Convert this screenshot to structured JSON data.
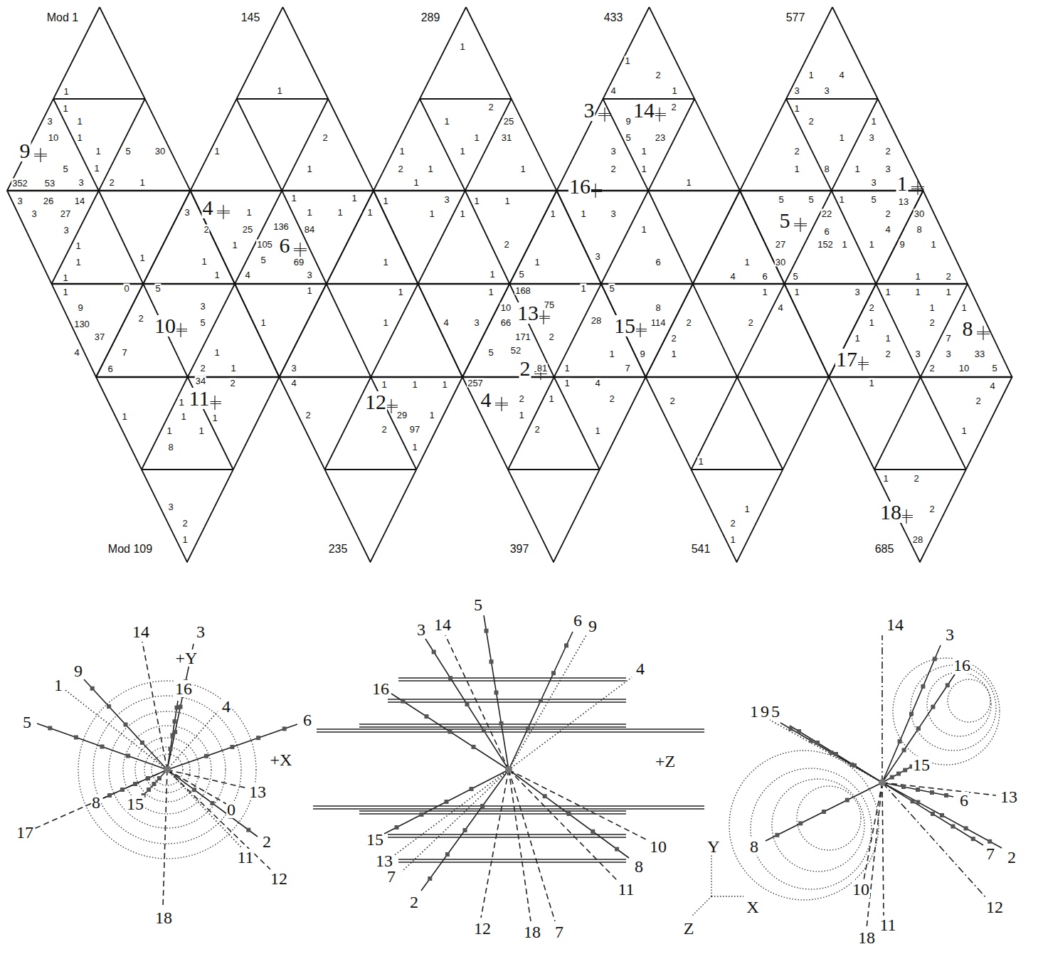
{
  "diagram": {
    "labels": [
      "Mod 1",
      "145",
      "289",
      "433",
      "577",
      "Mod 109",
      "235",
      "397",
      "541",
      "685",
      "9",
      "4",
      "6",
      "10",
      "11",
      "12",
      "4",
      "13",
      "2",
      "3",
      "14",
      "16",
      "15",
      "5",
      "17",
      "8",
      "18",
      "1",
      "1",
      "1",
      "3",
      "1",
      "10",
      "1",
      "1",
      "5",
      "30",
      "5",
      "1",
      "352",
      "53",
      "3",
      "2",
      "1",
      "3",
      "26",
      "14",
      "3",
      "27",
      "3",
      "1",
      "1",
      "1",
      "1",
      "0",
      "5",
      "1",
      "9",
      "130",
      "2",
      "37",
      "4",
      "7",
      "6",
      "3",
      "5",
      "1",
      "2",
      "1",
      "34",
      "2",
      "1",
      "1",
      "1",
      "1",
      "1",
      "8",
      "1",
      "3",
      "2",
      "1",
      "3",
      "2",
      "1",
      "25",
      "1",
      "105",
      "136",
      "84",
      "5",
      "69",
      "4",
      "1",
      "1",
      "3",
      "1",
      "1",
      "1",
      "1",
      "1",
      "1",
      "1",
      "2",
      "1",
      "1",
      "1",
      "3",
      "4",
      "2",
      "1",
      "2",
      "25",
      "1",
      "31",
      "1",
      "1",
      "2",
      "1",
      "1",
      "1",
      "1",
      "1",
      "3",
      "1",
      "1",
      "1",
      "1",
      "2",
      "1",
      "1",
      "1",
      "1",
      "4",
      "3",
      "1",
      "1",
      "1",
      "1",
      "2",
      "97",
      "1",
      "1",
      "29",
      "5",
      "168",
      "10",
      "75",
      "66",
      "171",
      "2",
      "5",
      "52",
      "81",
      "1",
      "257",
      "2",
      "1",
      "1",
      "2",
      "1",
      "4",
      "2",
      "1",
      "1",
      "1",
      "1",
      "3",
      "1",
      "5",
      "3",
      "28",
      "1",
      "7",
      "1",
      "6",
      "8",
      "114",
      "2",
      "9",
      "1",
      "2",
      "2",
      "1",
      "1",
      "2",
      "1",
      "4",
      "2",
      "9",
      "5",
      "23",
      "3",
      "1",
      "2",
      "1",
      "1",
      "1",
      "4",
      "3",
      "3",
      "1",
      "2",
      "1",
      "1",
      "3",
      "2",
      "2",
      "1",
      "8",
      "1",
      "3",
      "3",
      "5",
      "5",
      "1",
      "5",
      "13",
      "22",
      "2",
      "30",
      "6",
      "4",
      "8",
      "27",
      "152",
      "1",
      "1",
      "9",
      "1",
      "30",
      "1",
      "4",
      "6",
      "5",
      "1",
      "2",
      "1",
      "1",
      "4",
      "3",
      "1",
      "1",
      "1",
      "2",
      "1",
      "1",
      "1",
      "2",
      "1",
      "1",
      "7",
      "2",
      "3",
      "3",
      "33",
      "2",
      "10",
      "5",
      "1",
      "4",
      "2",
      "1",
      "1",
      "2",
      "2",
      "28",
      "1",
      "2",
      "1",
      "2",
      "14",
      "3",
      "+Y",
      "9",
      "1",
      "16",
      "4",
      "5",
      "6",
      "+X",
      "13",
      "0",
      "8",
      "15",
      "17",
      "2",
      "11",
      "12",
      "18",
      "5",
      "3",
      "14",
      "6",
      "9",
      "16",
      "4",
      "+Z",
      "15",
      "10",
      "13",
      "7",
      "8",
      "11",
      "2",
      "12",
      "18",
      "7",
      "14",
      "3",
      "16",
      "1",
      "9",
      "5",
      "15",
      "6",
      "13",
      "7",
      "2",
      "8",
      "10",
      "11",
      "18",
      "12",
      "Y",
      "X",
      "Z"
    ]
  }
}
